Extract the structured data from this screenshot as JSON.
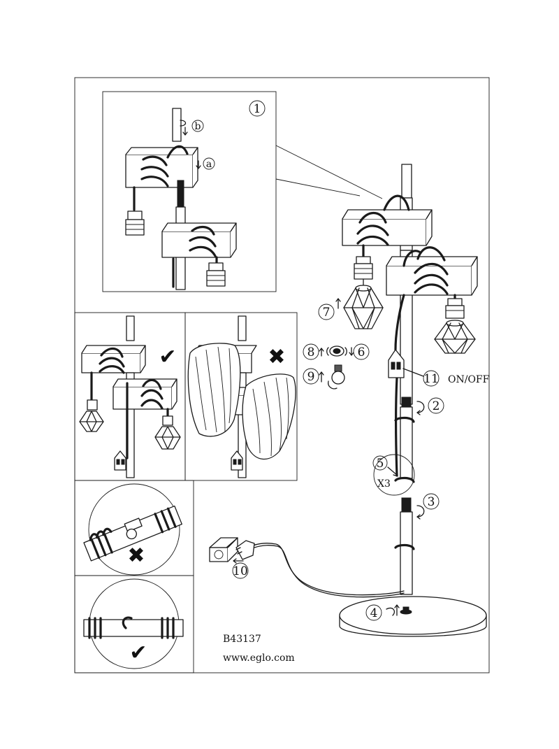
{
  "steps": {
    "s1": "1",
    "s2": "2",
    "s3": "3",
    "s4": "4",
    "s5": "5",
    "s6": "6",
    "s7": "7",
    "s8": "8",
    "s9": "9",
    "s10": "10",
    "s11": "11"
  },
  "sub": {
    "a": "a",
    "b": "b"
  },
  "labels": {
    "switch": "ON/OFF",
    "quantity": "X3",
    "model": "B43137",
    "website": "www.eglo.com"
  },
  "marks": {
    "correct": "✔",
    "wrong": "✖"
  }
}
